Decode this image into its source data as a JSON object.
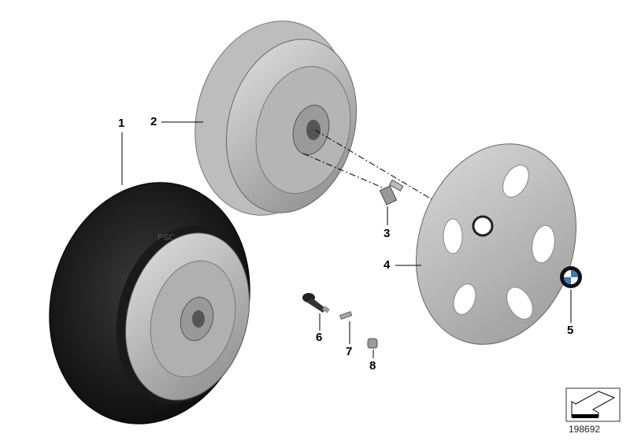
{
  "diagram": {
    "parts": [
      {
        "number": "1",
        "item": "tire-with-steel-wheel"
      },
      {
        "number": "2",
        "item": "steel-rim"
      },
      {
        "number": "3",
        "item": "wheel-bolt"
      },
      {
        "number": "4",
        "item": "wheel-cover"
      },
      {
        "number": "5",
        "item": "bmw-emblem"
      },
      {
        "number": "6",
        "item": "valve"
      },
      {
        "number": "7",
        "item": "valve-insert"
      },
      {
        "number": "8",
        "item": "valve-cap"
      }
    ],
    "tire_marking": "PSC",
    "document_number": "198692",
    "navigation_icon": "arrow-back-icon"
  }
}
